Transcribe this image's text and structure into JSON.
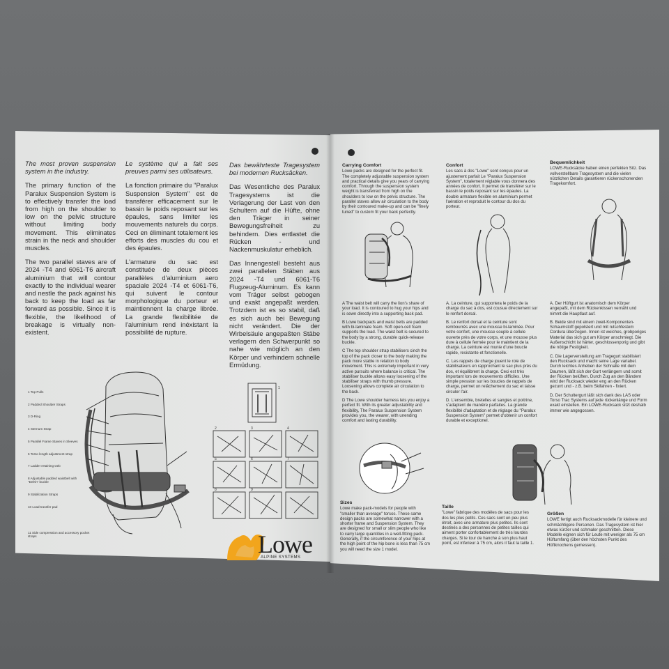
{
  "left": {
    "en_intro": "The most proven suspension system in the industry.",
    "en_p1": "The primary function of the Paralux Suspension System is to effectively transfer the load from high on the shoulder to low on the pelvic structure without limiting body movement. This eliminates strain in the neck and shoulder muscles.",
    "en_p2": "The two parallel staves are of 2024 -T4 and 6061-T6 aircraft aluminium that will contour exactly to the individual wearer and nestle the pack against his back to keep the load as far forward as possible. Since it is flexible, the likelihood of breakage is virtually non-existent.",
    "fr_intro": "Le système qui a fait ses preuves parmi ses utilisateurs.",
    "fr_p1": "La fonction primaire du ''Paralux Suspension System'' est de transférer efficacement sur le bassin le poids reposant sur les épaules, sans limiter les mouvements naturels du corps. Ceci en éliminant totalement les efforts des muscles du cou et des épaules.",
    "fr_p2": "L'armature du sac est constituée de deux pièces parallèles d'aluminium aero spaciale 2024 -T4 et 6061-T6, qui suivent le contour morphologique du porteur et maintiennent la charge librée. La grande flexibilitée de l'aluminium rend inéxistant la possibilité de rupture.",
    "de_intro": "Das bewährteste Tragesystem bei modernen Rucksäcken.",
    "de_p1": "Das Wesentliche des Paralux Tragesystems ist die Verlagerung der Last von den Schultern auf die Hüfte, ohne den Träger in seiner Bewegungsfreiheit zu behindern. Dies entlastet die Rücken - und Nackenmuskulatur erheblich.",
    "de_p2": "Das Innengestell besteht aus zwei parallelen Stäben aus 2024 -T4 und 6061-T6 Flugzeug-Aluminum. Es kann vom Träger selbst gebogen und exakt angepaßt werden. Trotzdem ist es so stabil, daß es sich auch bei Bewegung nicht verändert. Die der Wirbelsäule angepaßten Stäbe verlagern den Schwerpunkt so nahe wie möglich an den Körper und verhindern schnelle Ermüdung.",
    "callouts": [
      "1  Top Pulls",
      "2  Padded Shoulder Straps",
      "3  D-Ring",
      "4  Sternum Strap",
      "5  Parallel Frame Staves in Sleeves",
      "6  Torso length adjustment strap",
      "7  Ladder retaining web",
      "8  Adjustable padded waistbelt with \"Delrin\" buckle",
      "9  Stabilization Straps",
      "10  Load transfer pad",
      "11  Side compression and accessory pocket straps"
    ],
    "logo_text": "Lowe",
    "logo_sub": "ALPINE SYSTEMS",
    "step_labels": [
      "1",
      "2",
      "3",
      "4",
      "5",
      "6",
      "7",
      "8",
      "9"
    ]
  },
  "right": {
    "en_head": "Carrying Comfort",
    "en_body": "Lowe packs are designed for the perfect fit. The completely adjustable suspension system and practical details give you years of carrying comfort. Through the suspension system weight is transferred from high on the shoulders to low on the pelvic structure. The parallel staves allow air circulation to the body by their contoured make-up and can be \"finely tuned\" to custom fit your back perfectly.",
    "en_a": "A   The waist belt will carry the lion's share of your load. It is contoured to hug your hips and is sewn directly into a supporting back pad.",
    "en_b": "B   Lowe backpads and waist belts are padded with bi-laminate foam. Soft open-cell foam supports the load. The waist belt is secured to the body by a strong, durable quick-release buckle.",
    "en_c": "C   The top shoulder strap stabilisers cinch the top of the pack closer to the body making the pack more stable in relation to body movement. This is extremely important in very active pursuits where balance is critical. The stabiliser buckle allows easy loosening of the stabiliser straps with thumb pressure. Loosening allows complete air circulation to the back.",
    "en_d": "D   The Lowe shoulder harness lets you enjoy a perfect fit. With its greater adjustability and flexibility, The Paralux Suspension System provides you, the wearer, with unending comfort and lasting durability.",
    "en_sizes_head": "Sizes",
    "en_sizes": "Lowe make pack-models for people with \"smaller than average\" torsos. These same design packs are somewhat narrower with a shorter frame and Suspension System. They are designed for small or slim people who like to carry large quantities in a well-fitting pack. Generally, if the circumference of your hips at the high point of the hip bone is less than 75 cm you will need the size 1 model.",
    "fr_head": "Confort",
    "fr_body": "Les sacs à dos ''Lowe'' sont conçus pour un ajustement parfait Le ''Paralux Suspension System'', totalement réglable vous donnera des années de confort. Il permet de transférer sur le bassin le poids reposant sur les épaules. La double armature flexible en aluminium permet l'aération et reproduit le contour du dos du porteur.",
    "fr_a": "A.   La ceinture, qui supportera le poids de la charge du sac à dos, est cousue directement sur le renfort dorsal.",
    "fr_b": "B.   Le renfort dorsal et la ceinture sont rembourrés avec une mousse bi-laminée. Pour votre confort, une mousse souple à cellule ouverte près de votre corps, et une mousse plus dure à cellule fermée pour le maintient de la charge. La ceinture est munie d'une boucle rapide, resistante et fonctionelle.",
    "fr_c": "C.   Les rappels de charge jouent le role de stabilisateurs en rapprochant le sac plus près du dos, et équilibrent la charge. Ceci est très important lors de mouvements difficiles. Une simple pression sur les boucles de rappels de charge, permet un relâchement du sac et laisse circuler l'air.",
    "fr_d": "D.   L'ensemble, bretelles et sangles et poitrine, s'adaptent de manière parfaites. La grande flexibilité d'adaptation et de réglage du ''Paralux Suspension System'' permet d'obtenir un confort durable et exceptionel.",
    "fr_sizes_head": "Taille",
    "fr_sizes": "\"Lowe\" fabrique des modèles de sacs pour les dos les plus petits. Ces sacs sont un peu plus étroit, avec une armature plus petites. Ils sont destinés a des personnes de petites tailles qui aiment porter confortablement de très lourdes charges. Si le tour de hanche à son plus haut point, est inferieur à 75 cm, alors il faut la taille 1.",
    "de_head": "Bequemlichkeit",
    "de_body": "LOWE-Rucksäcke haben einen perfekten Sitz. Das vollverstellbare Tragesystem und die vielen nützlichen Details garantieren rückenschonenden Tragekomfort.",
    "de_a": "A.   Der Hüftgurt ist anatomisch dem Körper angepaßt, mit dem Rückenkissen vernäht und nimmt die Hauptlast auf.",
    "de_b": "B.   Beide sind mit einem zweil-Komponenten-Schaumstoff gepolstert und mit rutschfestem Cordura überzogen. Innen ist weiches, grobporiges Material das sich gut am Körper anschmiegt. Die Außenschicht ist härter, geschlossenporig und gibt die nötige Festigkeit.",
    "de_c": "C.   Die Lagerverstellung am Tragegurt stabilisiert den Rucksack und macht seine Lage variabel. Durch leichtes Anheben der Schnalle mit dem Daumen, läßt sich der Gurt verlängern und somit der Rücken belüften. Durch Zug an den Bändern wird der Rucksack wieder eng an den Rücken gezurrt und - z.B. beim Skifahren - fixiert.",
    "de_d": "D.   Der Schultergurt läßt sich dank des LAS oder Torso Trac Systems auf jede rückenlänge und Form exakt einstellen. Ein LOWE-Rucksack sitzt deshalb immer wie angegossen.",
    "de_sizes_head": "Größen",
    "de_sizes": "LOWE fertigt auch Rucksackmodelle für kleinere und schmächtigere Personen. Das Tragesystem ist hier etwas kürzer und schmaler geschnitten. Diese Modelle eignen sich für Leute mit weniger als 75 cm Hüftumfang (über den höchsten Punkt des Hüftknochens gemessen)."
  },
  "colors": {
    "background": "#6b6d6f",
    "paper": "#e4e5e4",
    "ink": "#2b2b2b",
    "logo_orange": "#f2a51c"
  }
}
